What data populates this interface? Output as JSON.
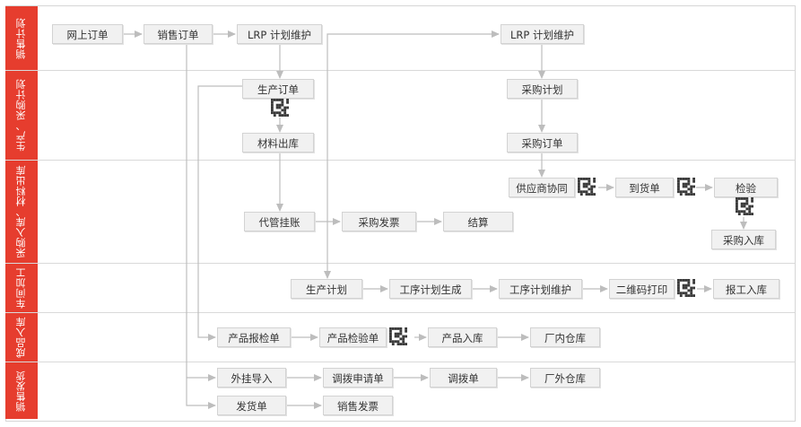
{
  "lanes": [
    {
      "label": "销售计划"
    },
    {
      "label": "生产、采购计划"
    },
    {
      "label": "采购入库、材料出库"
    },
    {
      "label": "车间加工"
    },
    {
      "label": "成品入库"
    },
    {
      "label": "销售发货"
    }
  ],
  "nodes": {
    "online_order": "网上订单",
    "sales_order": "销售订单",
    "lrp_1": "LRP 计划维护",
    "lrp_2": "LRP 计划维护",
    "production_order": "生产订单",
    "material_issue": "材料出库",
    "purchase_plan": "采购计划",
    "purchase_order": "采购订单",
    "supplier_collab": "供应商协同",
    "goods_arrival": "到货单",
    "inspection": "检验",
    "purchase_receipt": "采购入库",
    "consignment": "代管挂账",
    "purchase_invoice": "采购发票",
    "settlement": "结算",
    "production_plan": "生产计划",
    "process_plan_gen": "工序计划生成",
    "process_plan_maint": "工序计划维护",
    "qr_print": "二维码打印",
    "work_report_receipt": "报工入库",
    "product_inspect_report": "产品报检单",
    "product_inspect_doc": "产品检验单",
    "product_receipt": "产品入库",
    "factory_warehouse": "厂内仓库",
    "outsourced_import": "外挂导入",
    "transfer_request": "调拨申请单",
    "transfer_doc": "调拨单",
    "external_warehouse": "厂外仓库",
    "delivery_note": "发货单",
    "sales_invoice": "销售发票"
  },
  "colors": {
    "lane_fill": "#e63d2e",
    "node_fill": "#f1f1f1",
    "connector": "#bdbdbd"
  },
  "icons": [
    "qr-code-icon"
  ]
}
